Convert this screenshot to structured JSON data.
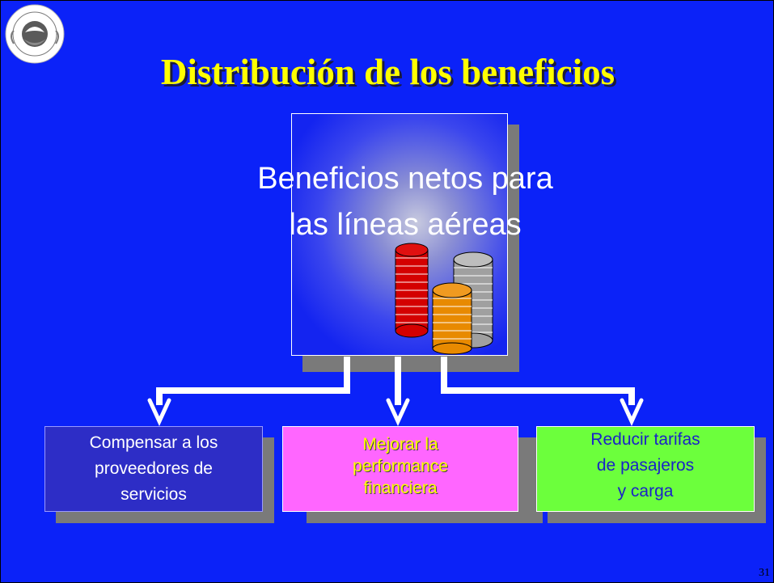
{
  "slide": {
    "title": "Distribución de los beneficios",
    "center": {
      "line1": "Beneficios netos para",
      "line2": "las líneas aéreas"
    },
    "boxes": [
      {
        "lines": [
          "Compensar a los",
          "proveedores de",
          "servicios"
        ]
      },
      {
        "lines": [
          "Mejorar la",
          "performance",
          "financiera"
        ]
      },
      {
        "lines": [
          "Reducir tarifas",
          "de pasajeros",
          "y carga"
        ]
      }
    ],
    "page_number": "31"
  },
  "colors": {
    "background": "#0b22f8",
    "title": "#ffff00",
    "box1": "#2d2dc6",
    "box2": "#ff66ff",
    "box3": "#6cff3c",
    "coins": [
      "#d40000",
      "#e88a00",
      "#a0a0a0"
    ]
  },
  "icons": {
    "logo": "icao-emblem",
    "coins": "coin-stacks-image"
  }
}
